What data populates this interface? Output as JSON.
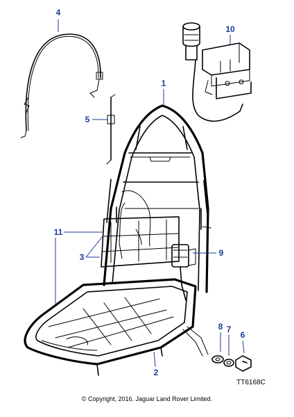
{
  "callouts": {
    "c1": "1",
    "c2": "2",
    "c3": "3",
    "c4": "4",
    "c5": "5",
    "c6": "6",
    "c7": "7",
    "c8": "8",
    "c9": "9",
    "c10": "10",
    "c11": "11"
  },
  "reference_code": "TT6168C",
  "copyright": "© Copyright, 2016. Jaguar Land Rover Limited.",
  "colors": {
    "callout": "#1a3a9a",
    "line": "#000000"
  }
}
